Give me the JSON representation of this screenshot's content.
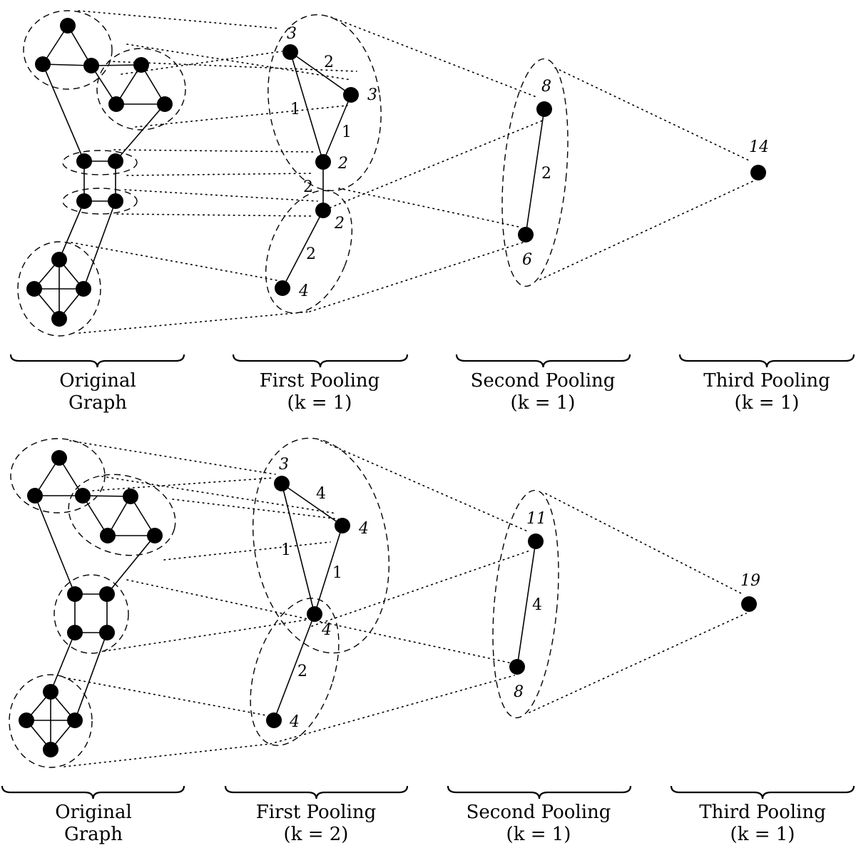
{
  "rows": [
    {
      "original_graph": {
        "label_line1": "Original",
        "label_line2": "Graph"
      },
      "first_pooling": {
        "label_line1": "First Pooling",
        "label_line2": "(k = 1)",
        "node_weights": [
          "3",
          "3",
          "2",
          "2",
          "4"
        ],
        "edge_weights": [
          "2",
          "1",
          "1",
          "2",
          "2"
        ]
      },
      "second_pooling": {
        "label_line1": "Second Pooling",
        "label_line2": "(k = 1)",
        "node_weights": [
          "8",
          "6"
        ],
        "edge_weights": [
          "2"
        ]
      },
      "third_pooling": {
        "label_line1": "Third Pooling",
        "label_line2": "(k = 1)",
        "node_weights": [
          "14"
        ]
      }
    },
    {
      "original_graph": {
        "label_line1": "Original",
        "label_line2": "Graph"
      },
      "first_pooling": {
        "label_line1": "First Pooling",
        "label_line2": "(k = 2)",
        "node_weights": [
          "3",
          "4",
          "4",
          "4"
        ],
        "edge_weights": [
          "4",
          "1",
          "1",
          "2"
        ]
      },
      "second_pooling": {
        "label_line1": "Second Pooling",
        "label_line2": "(k = 1)",
        "node_weights": [
          "11",
          "8"
        ],
        "edge_weights": [
          "4"
        ]
      },
      "third_pooling": {
        "label_line1": "Third Pooling",
        "label_line2": "(k = 1)",
        "node_weights": [
          "19"
        ]
      }
    }
  ]
}
